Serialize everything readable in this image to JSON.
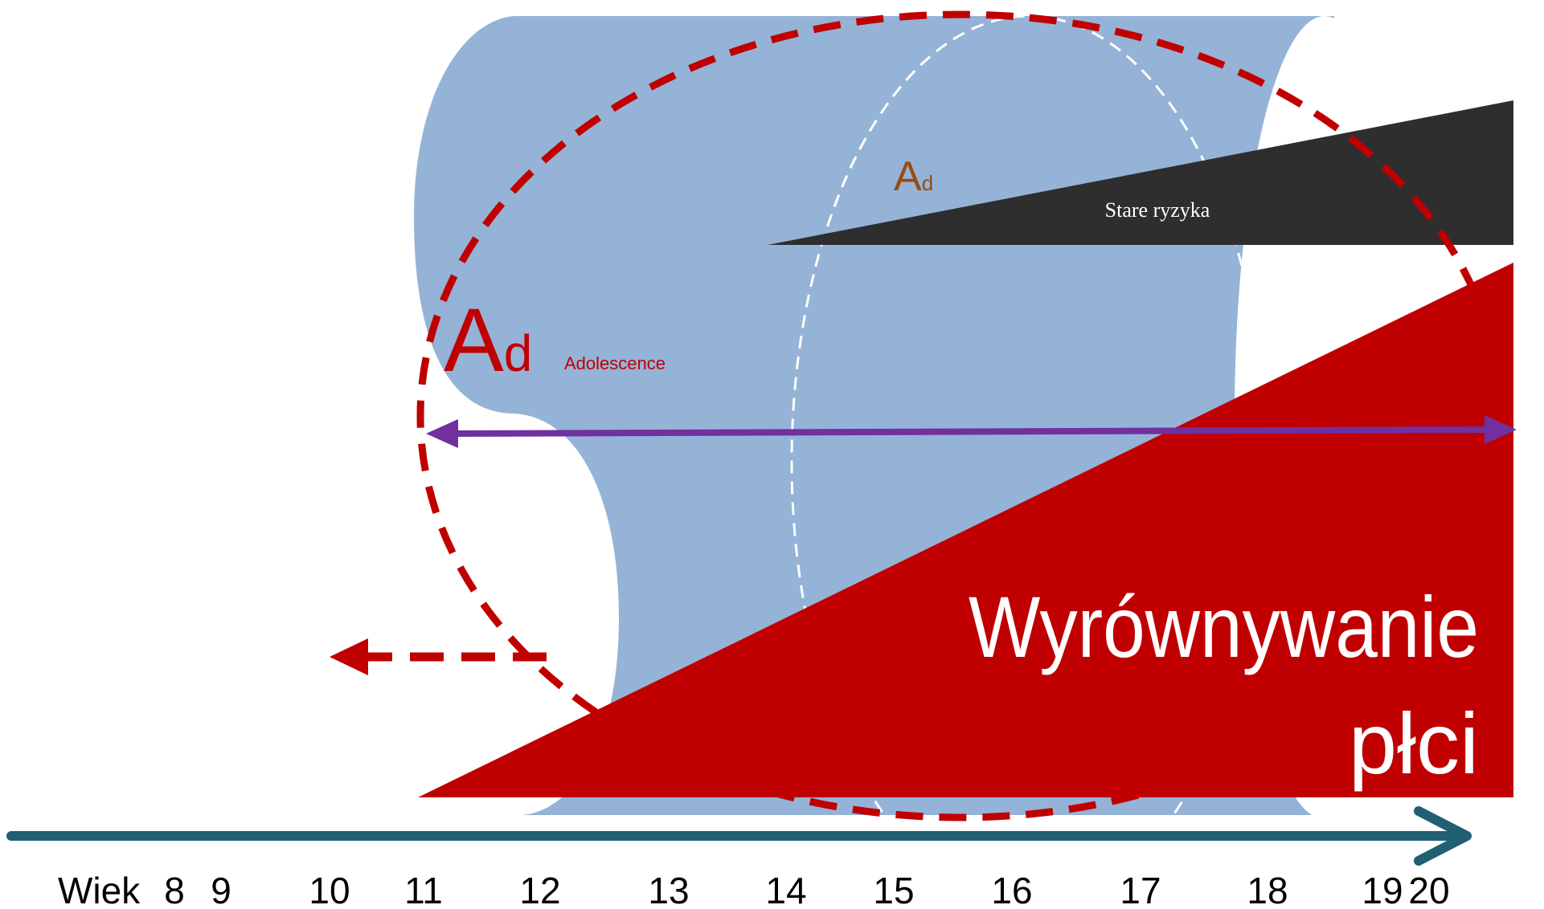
{
  "colors": {
    "cylinder": "#95b3d7",
    "red": "#c00000",
    "dark": "#2e2e2e",
    "purple": "#7030a0",
    "axis": "#215f74",
    "small_ad": "#9a4a12",
    "white": "#ffffff"
  },
  "labels": {
    "ad_big_letter": "A",
    "ad_big_sub": "d",
    "adolescence": "Adolescence",
    "ad_small_letter": "A",
    "ad_small_sub": "d",
    "old_risks": "Stare ryzyka",
    "gender_line1": "Wyrównywanie",
    "gender_line2": "płci"
  },
  "axis": {
    "label": "Wiek",
    "ticks": [
      "8",
      "9",
      "10",
      "11",
      "12",
      "13",
      "14",
      "15",
      "16",
      "17",
      "18",
      "19",
      "20"
    ]
  },
  "icons": {
    "left_arrow": "dashed-left-arrow-icon",
    "double_arrow": "double-headed-arrow-icon",
    "axis_arrow": "axis-arrowhead-icon"
  }
}
